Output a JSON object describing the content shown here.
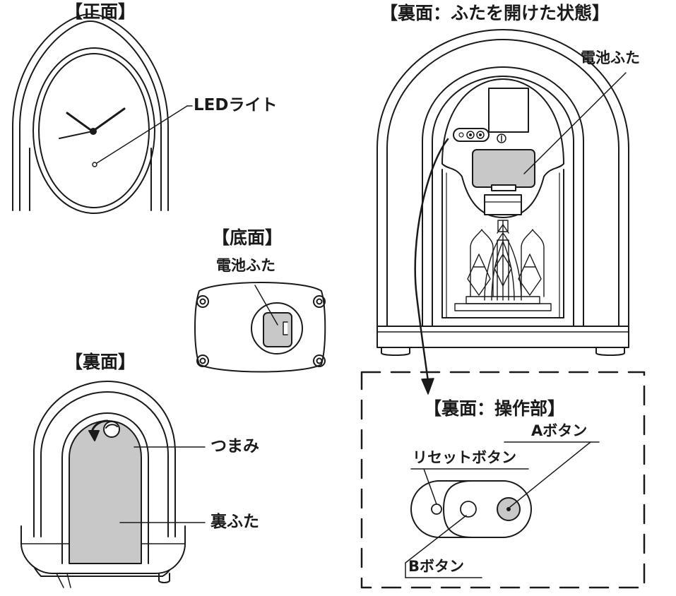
{
  "sections": {
    "front": "【正面】",
    "back_open": "【裏面：ふたを開けた状態】",
    "bottom": "【底面】",
    "back": "【裏面】",
    "controls": "【裏面：操作部】"
  },
  "labels": {
    "led_light": "LEDライト",
    "battery_cover_back": "電池ふた",
    "battery_cover_bottom": "電池ふた",
    "knob": "つまみ",
    "back_cover": "裏ふた",
    "reset_button": "リセットボタン",
    "a_button": "Aボタン",
    "b_button": "Bボタン"
  },
  "colors": {
    "line": "#1a1a1a",
    "fill_gray": "#c8c8c8",
    "background": "#ffffff"
  }
}
